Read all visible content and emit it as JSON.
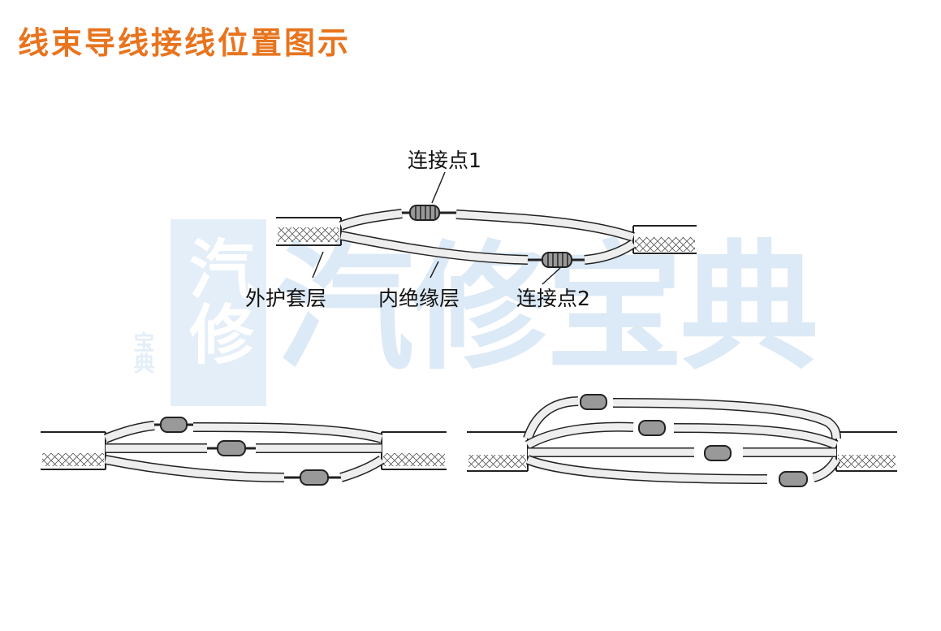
{
  "title": "线束导线接线位置图示",
  "colors": {
    "title": "#e8741e",
    "watermark": "#d8e8f6",
    "line": "#222222",
    "jacket_fill": "#f2f2f2",
    "insulation_fill": "#eeeeee"
  },
  "labels": {
    "joint1": "连接点1",
    "joint2": "连接点2",
    "outer_jacket": "外护套层",
    "inner_insulation": "内绝缘层"
  },
  "watermark": {
    "text_large": "汽修宝典",
    "text_small_left": "汽修",
    "text_tiny": "宝典"
  }
}
